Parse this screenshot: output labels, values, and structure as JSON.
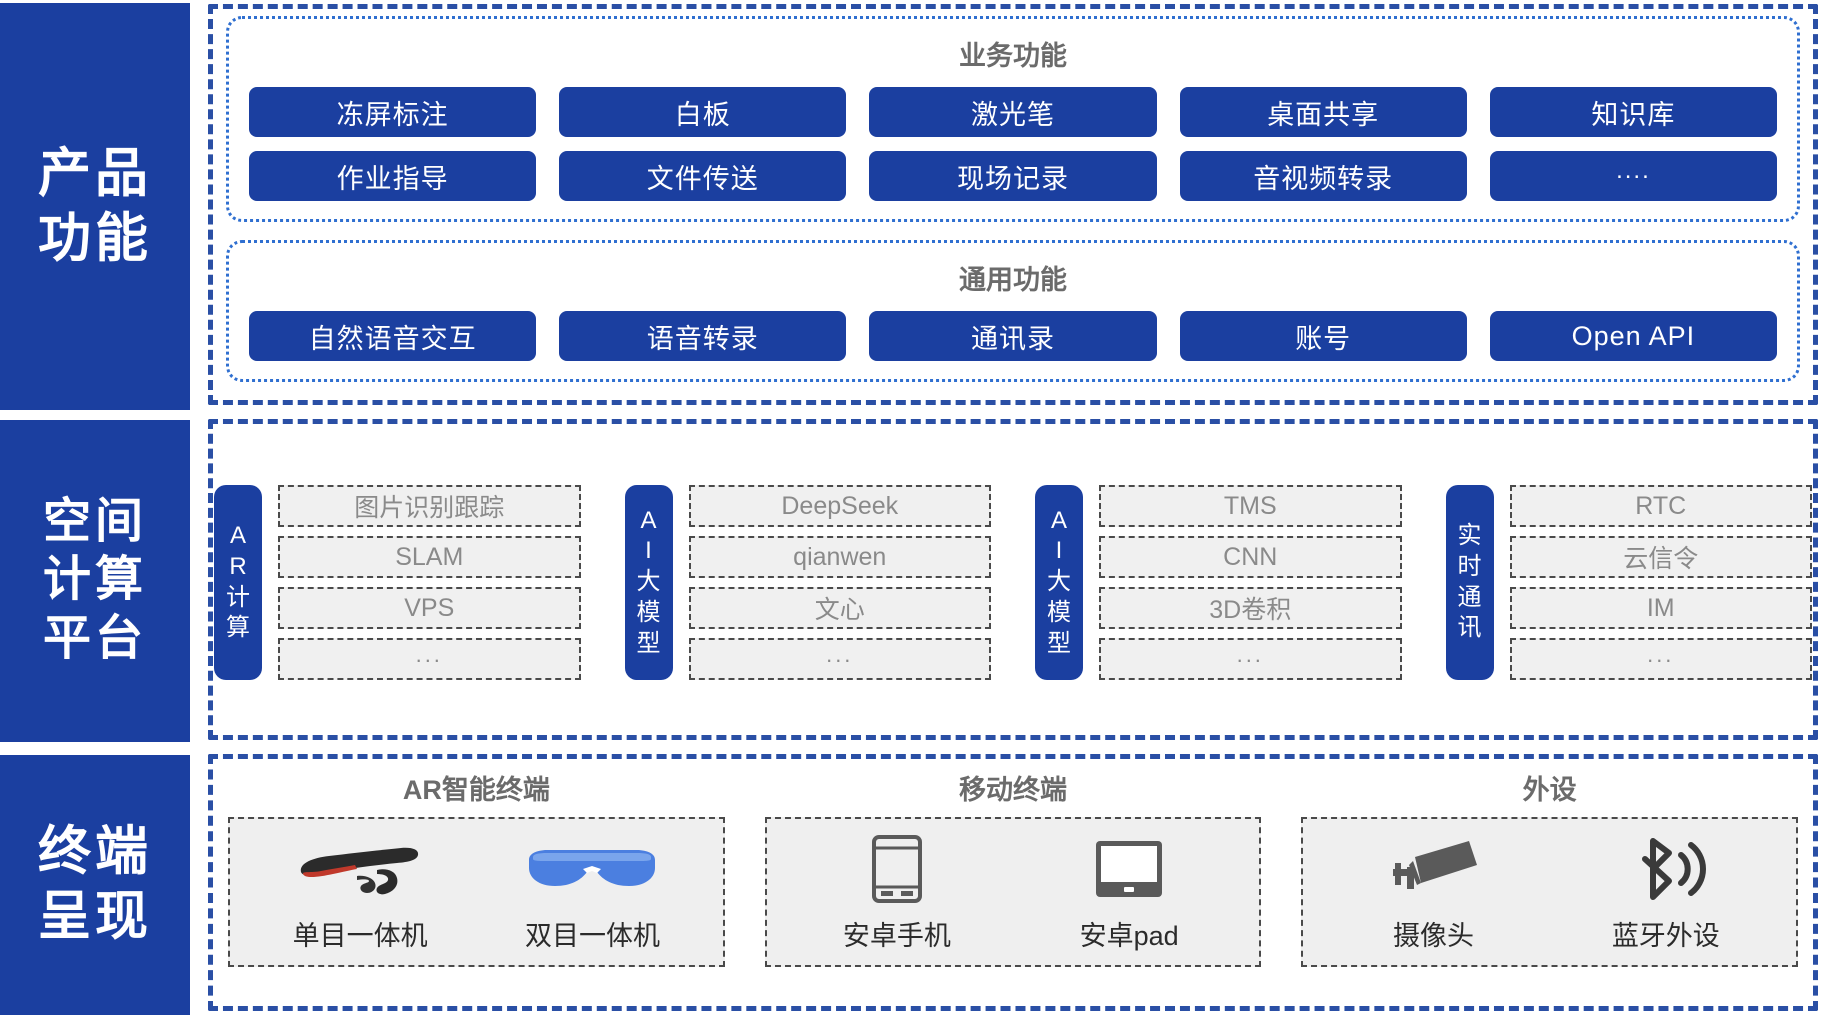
{
  "layers": [
    {
      "id": "product",
      "side_label_lines": [
        "产品",
        "功能"
      ],
      "panels": [
        {
          "id": "business",
          "title": "业务功能",
          "rows": [
            [
              "冻屏标注",
              "白板",
              "激光笔",
              "桌面共享",
              "知识库"
            ],
            [
              "作业指导",
              "文件传送",
              "现场记录",
              "音视频转录",
              "...."
            ]
          ]
        },
        {
          "id": "general",
          "title": "通用功能",
          "rows": [
            [
              "自然语音交互",
              "语音转录",
              "通讯录",
              "账号",
              "Open API"
            ]
          ]
        }
      ]
    },
    {
      "id": "platform",
      "side_label_lines": [
        "空间",
        "计算",
        "平台"
      ],
      "groups": [
        {
          "tab_chars": [
            "A",
            "R",
            "计",
            "算"
          ],
          "items": [
            "图片识别跟踪",
            "SLAM",
            "VPS",
            "..."
          ]
        },
        {
          "tab_chars": [
            "A",
            "I",
            "大",
            "模",
            "型"
          ],
          "items": [
            "DeepSeek",
            "qianwen",
            "文心",
            "..."
          ]
        },
        {
          "tab_chars": [
            "A",
            "I",
            "大",
            "模",
            "型"
          ],
          "items": [
            "TMS",
            "CNN",
            "3D卷积",
            "..."
          ]
        },
        {
          "tab_chars": [
            "实",
            "时",
            "通",
            "讯"
          ],
          "items": [
            "RTC",
            "云信令",
            "IM",
            "..."
          ]
        }
      ]
    },
    {
      "id": "terminal",
      "side_label_lines": [
        "终端",
        "呈现"
      ],
      "columns": [
        {
          "title": "AR智能终端",
          "devices": [
            {
              "icon": "monocular-ar-glasses-icon",
              "label": "单目一体机"
            },
            {
              "icon": "binocular-ar-glasses-icon",
              "label": "双目一体机"
            }
          ]
        },
        {
          "title": "移动终端",
          "devices": [
            {
              "icon": "android-phone-icon",
              "label": "安卓手机"
            },
            {
              "icon": "android-tablet-icon",
              "label": "安卓pad"
            }
          ]
        },
        {
          "title": "外设",
          "devices": [
            {
              "icon": "security-camera-icon",
              "label": "摄像头"
            },
            {
              "icon": "bluetooth-icon",
              "label": "蓝牙外设"
            }
          ]
        }
      ]
    }
  ],
  "colors": {
    "brand_blue": "#1b3fa0",
    "dash_blue": "#2a4fa5",
    "panel_dot_blue": "#2f6fd0",
    "title_gray": "#6b6b6b",
    "item_gray_text": "#8a8a8a",
    "item_gray_bg": "#f0f0f0"
  }
}
